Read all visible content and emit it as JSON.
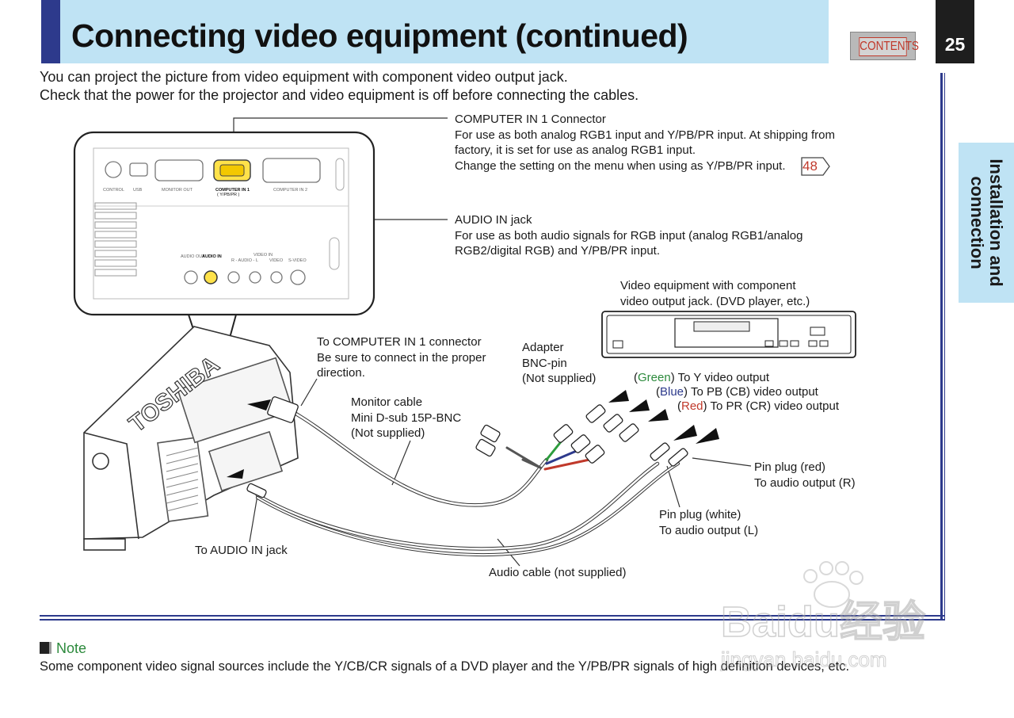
{
  "header": {
    "title": "Connecting video equipment (continued)",
    "contents_label": "CONTENTS",
    "page_number": "25"
  },
  "side_tab": {
    "line1": "Installation and",
    "line2": "connection"
  },
  "intro": {
    "line1": "You can project the picture from video equipment with component video output jack.",
    "line2": "Check that the power for the projector and video equipment is off before connecting the cables."
  },
  "callouts": {
    "computer_in": {
      "title": "COMPUTER IN 1 Connector",
      "line1": "For use as both analog RGB1 input and Y/PB/PR input. At shipping from",
      "line2": "factory, it is set for use as analog RGB1 input.",
      "line3": "Change the setting on the menu when using as Y/PB/PR input.",
      "ref_page": "48"
    },
    "audio_in": {
      "title": "AUDIO IN jack",
      "line1": "For use as both audio signals for RGB input (analog RGB1/analog",
      "line2": "RGB2/digital RGB) and Y/PB/PR input."
    },
    "video_equipment": {
      "line1": "Video equipment with component",
      "line2": "video output jack. (DVD player, etc.)"
    },
    "to_computer": {
      "line1": "To COMPUTER IN 1 connector",
      "line2": "Be sure to connect in the proper",
      "line3": "direction."
    },
    "adapter": {
      "line1": "Adapter",
      "line2": "BNC-pin",
      "line3": "(Not supplied)"
    },
    "green": {
      "color_word": "Green",
      "rest": "To Y video output"
    },
    "blue": {
      "color_word": "Blue",
      "rest": "To PB (CB) video output"
    },
    "red": {
      "color_word": "Red",
      "rest": "To PR (CR) video output"
    },
    "monitor_cable": {
      "line1": "Monitor cable",
      "line2": "Mini D-sub 15P-BNC",
      "line3": "(Not supplied)"
    },
    "pin_red": {
      "line1": "Pin plug (red)",
      "line2": "To audio output (R)"
    },
    "pin_white": {
      "line1": "Pin plug (white)",
      "line2": "To audio output (L)"
    },
    "to_audio": "To AUDIO IN jack",
    "audio_cable": "Audio cable (not supplied)"
  },
  "panel_labels": {
    "control": "CONTROL",
    "usb": "USB",
    "monitor_out": "MONITOR OUT",
    "computer_in1": "COMPUTER IN 1",
    "computer_in1_sub": "( Y/PB/PR )",
    "computer_in2": "COMPUTER IN 2",
    "audio_out": "AUDIO OUT",
    "audio_in": "AUDIO IN",
    "video_in": "VIDEO IN",
    "r_audio_l": "R - AUDIO - L",
    "video": "VIDEO",
    "s_video": "S-VIDEO"
  },
  "brand": "TOSHIBA",
  "note": {
    "heading": "Note",
    "text": "Some component video signal sources include the Y/CB/CR signals of a DVD player and the Y/PB/PR signals of high definition devices, etc."
  },
  "watermark": {
    "text1": "Baidu经验",
    "text2": "jingyan.baidu.com"
  },
  "colors": {
    "accent_navy": "#2d3a8c",
    "header_band": "#bfe3f4",
    "green": "#2c8a3c",
    "blue": "#2d3a8c",
    "red": "#c0392b"
  }
}
